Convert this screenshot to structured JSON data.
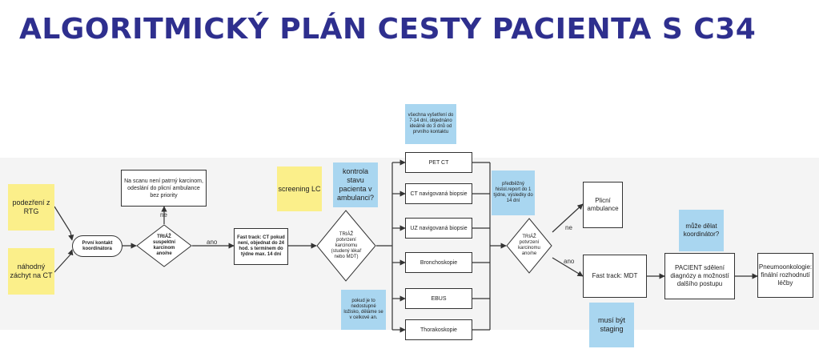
{
  "title": "ALGORITMICKÝ PLÁN CESTY PACIENTA S C34",
  "stickies": {
    "podezreni": "podezření z RTG",
    "nahodny": "náhodný záchyt na CT",
    "screening": "screening LC",
    "kontrola": "kontrola stavu pacienta v ambulanci?",
    "vsechna": "všechna vyšetření do 7-14 dní, objednáno ideálně do 3 dnů od prvního kontaktu",
    "predbezny": "předběžný histol.report do 1 týdne, výsledky do 14 dní",
    "pokud": "pokud je to nedostupné ložisko, děláme se v celkové an.",
    "muze": "může dělat koordinátor?",
    "musi": "musí být staging"
  },
  "boxes": {
    "na_scanu": "Na scanu není patrný karcinom, odeslání do plicní ambulance bez priority",
    "prvni_kontakt": "První kontakt koordinátora",
    "fast_track_ct": "Fast track: CT pokud není, objednat do 24 hod. s termínem do týdne max. 14 dní",
    "pet_ct": "PET CT",
    "ct_biopsie": "CT navigovaná biopsie",
    "uz_biopsie": "UZ navigovaná biopsie",
    "bronchoskopie": "Bronchoskopie",
    "ebus": "EBUS",
    "thorakoskopie": "Thorakoskopie",
    "plicni_ambulance": "Plicní ambulance",
    "fast_track_mdt": "Fast track: MDT",
    "pacient": "PACIENT sdělení diagnózy a možností dalšího postupu",
    "pneumoonkologie": "Pneumoonkologie: finální rozhodnutí léčby"
  },
  "diamonds": {
    "triaz1": "TRIÁŽ suspektní karcinom ano/ne",
    "triaz2": "TRIÁŽ potvrzení karcinomu (studený lékař nebo MDT)",
    "triaz3": "TRIÁŽ potvrzení karcinomu ano/ne"
  },
  "edge_labels": {
    "ne1": "ne",
    "ano1": "ano",
    "ne2": "ne",
    "ano2": "ano"
  }
}
